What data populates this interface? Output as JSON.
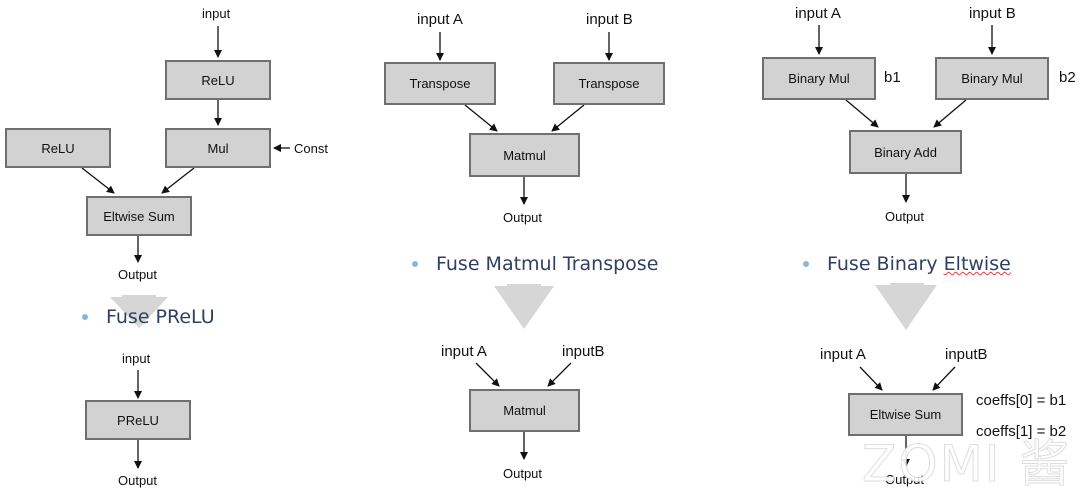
{
  "colors": {
    "node_fill": "#d2d2d2",
    "node_border": "#6f6f6f",
    "fuse_arrow": "#d6d6d6",
    "bullet_dot": "#8ab6db",
    "bullet_text": "#2f3f63"
  },
  "prelu_panel": {
    "title": "Fuse PReLU",
    "before": {
      "input": "input",
      "relu_top": "ReLU",
      "relu_left": "ReLU",
      "mul": "Mul",
      "const": "Const",
      "eltwise_sum": "Eltwise Sum",
      "output": "Output"
    },
    "after": {
      "input": "input",
      "prelu": "PReLU",
      "output": "Output"
    }
  },
  "matmul_panel": {
    "title": "Fuse Matmul Transpose",
    "before": {
      "input_a": "input A",
      "input_b": "input B",
      "transpose_a": "Transpose",
      "transpose_b": "Transpose",
      "matmul": "Matmul",
      "output": "Output"
    },
    "after": {
      "input_a": "input A",
      "input_b": "inputB",
      "matmul": "Matmul",
      "output": "Output"
    }
  },
  "eltwise_panel": {
    "title_prefix": "Fuse Binary ",
    "title_suffix": "Eltwise",
    "before": {
      "input_a": "input A",
      "input_b": "input B",
      "binary_mul_a": "Binary Mul",
      "binary_mul_b": "Binary Mul",
      "b1": "b1",
      "b2": "b2",
      "binary_add": "Binary Add",
      "output": "Output"
    },
    "after": {
      "input_a": "input A",
      "input_b": "inputB",
      "eltwise_sum": "Eltwise Sum",
      "coeff0": "coeffs[0] = b1",
      "coeff1": "coeffs[1] = b2",
      "output": "Output"
    }
  },
  "watermark": "ZOMI 酱"
}
